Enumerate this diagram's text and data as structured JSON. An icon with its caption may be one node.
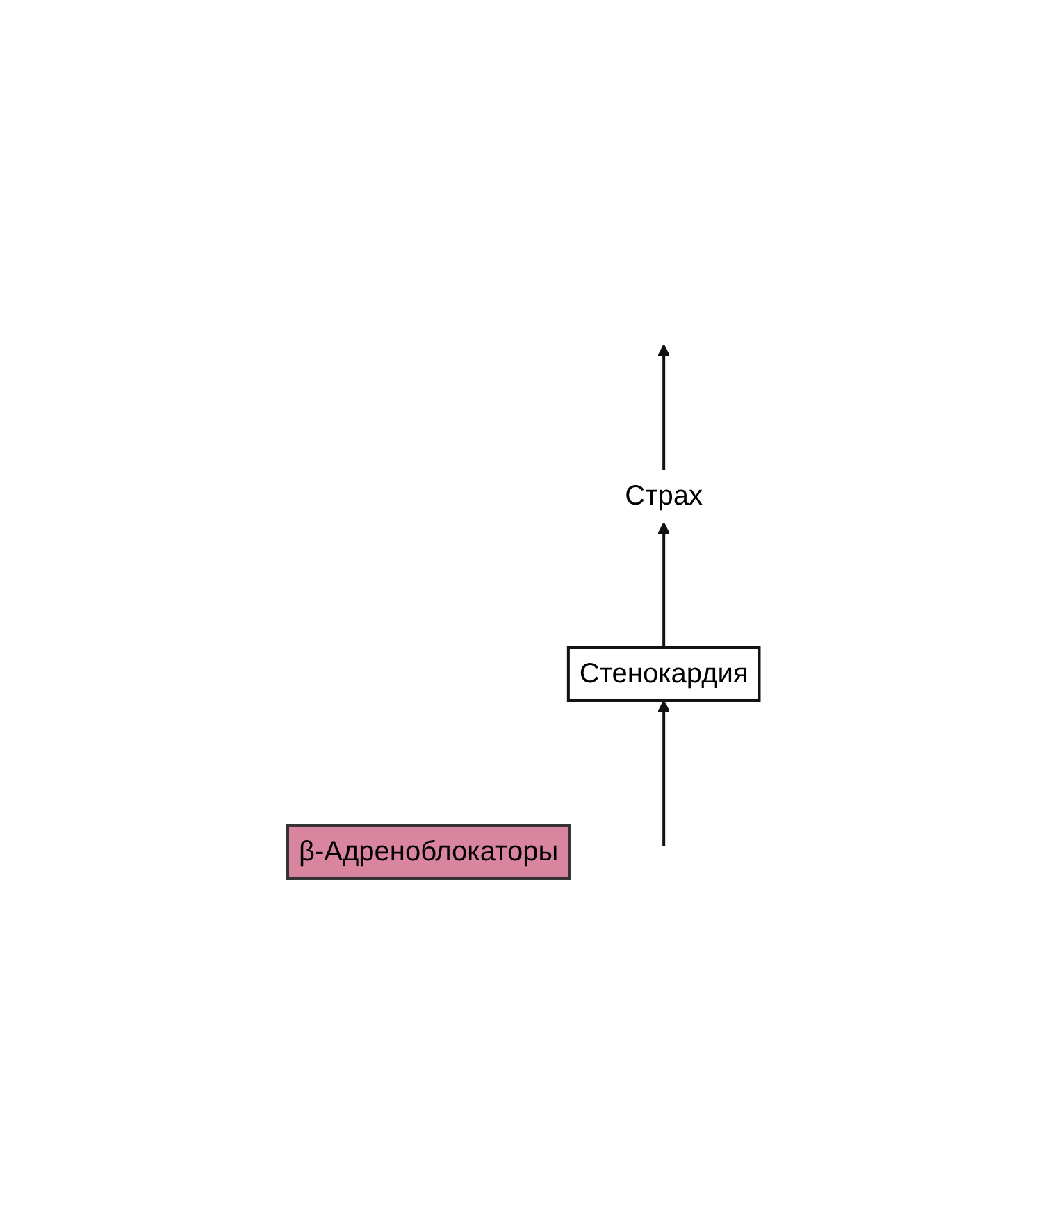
{
  "diagram": {
    "nodes": [
      {
        "text": [
          "Страх"
        ]
      },
      {
        "text": [
          "β-Адреноблокаторы"
        ]
      },
      {
        "text": [
          "Стенокардия"
        ]
      }
    ],
    "edges": [
      {
        "from": null,
        "to": 2,
        "arrow": "to"
      },
      {
        "from": 2,
        "to": 0,
        "arrow": "to"
      },
      {
        "from": 0,
        "to": null,
        "arrow": "to"
      }
    ]
  }
}
